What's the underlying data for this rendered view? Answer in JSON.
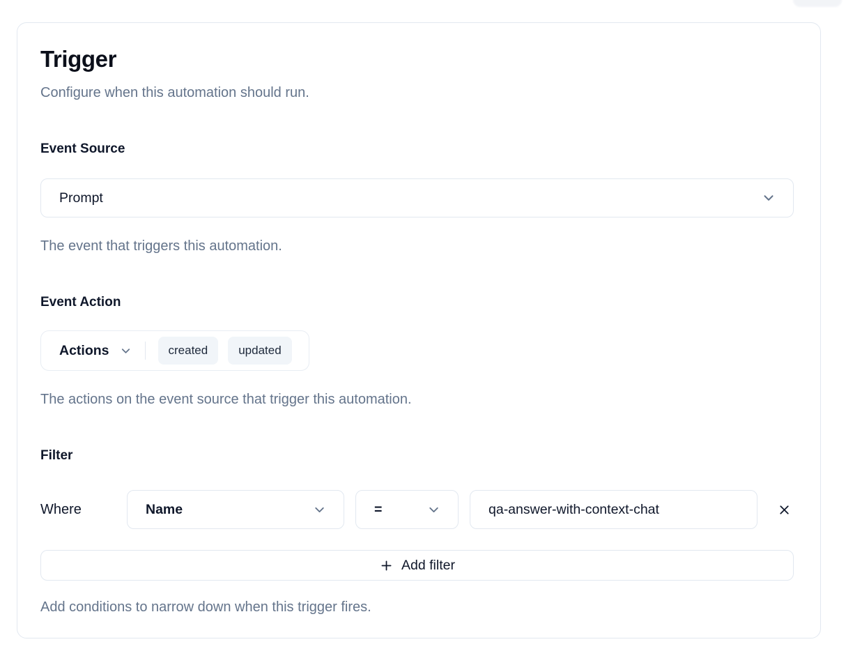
{
  "page": {
    "title": "Trigger",
    "subtitle": "Configure when this automation should run."
  },
  "event_source": {
    "label": "Event Source",
    "value": "Prompt",
    "help": "The event that triggers this automation."
  },
  "event_action": {
    "label": "Event Action",
    "dropdown_label": "Actions",
    "selected_actions": [
      "created",
      "updated"
    ],
    "help": "The actions on the event source that trigger this automation."
  },
  "filter": {
    "label": "Filter",
    "where_label": "Where",
    "rows": [
      {
        "field": "Name",
        "operator": "=",
        "value": "qa-answer-with-context-chat"
      }
    ],
    "add_button_label": "Add filter",
    "help": "Add conditions to narrow down when this trigger fires."
  },
  "icons": {
    "chevron_down": "chevron-down",
    "plus": "plus",
    "close": "x"
  },
  "colors": {
    "border": "#e2e8f0",
    "text_dark": "#0f172a",
    "text_muted": "#64748b",
    "chip_bg": "#f1f5f9",
    "card_bg": "#ffffff"
  }
}
